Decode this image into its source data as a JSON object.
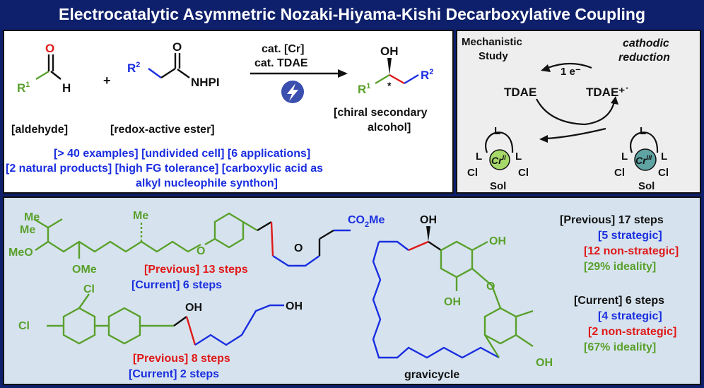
{
  "title": "Electrocatalytic Asymmetric Nozaki-Hiyama-Kishi Decarboxylative Coupling",
  "reaction": {
    "aldehyde_label": "[aldehyde]",
    "ester_label": "[redox-active ester]",
    "product_label_1": "[chiral secondary",
    "product_label_2": "alcohol]",
    "reagent_1": "cat. [Cr]",
    "reagent_2": "cat. TDAE",
    "plus": "+",
    "atom_O": "O",
    "atom_H": "H",
    "atom_R1": "R",
    "sup_1": "1",
    "atom_R2": "R",
    "sup_2": "2",
    "atom_NHPI": "NHPI",
    "atom_OH": "OH",
    "star": "*"
  },
  "features": {
    "line1": "[> 40 examples]  [undivided cell]  [6 applications]",
    "line2": "[2 natural products]  [high FG tolerance]    [carboxylic acid as",
    "line3": "alkyl nucleophile synthon]"
  },
  "mechanism": {
    "title_1": "Mechanistic",
    "title_2": "Study",
    "cathodic_1": "cathodic",
    "cathodic_2": "reduction",
    "electron": "1 e⁻",
    "tdae": "TDAE",
    "tdae_plus": "TDAE⁺˙",
    "L": "L",
    "Cl": "Cl",
    "Sol": "Sol",
    "cr2": "Cr",
    "cr2_sup": "II",
    "cr3": "Cr",
    "cr3_sup": "III"
  },
  "examples": {
    "me": "Me",
    "meo": "MeO",
    "ome": "OMe",
    "o": "O",
    "co2me": "CO",
    "co2me_sub": "2",
    "co2me_tail": "Me",
    "cl": "Cl",
    "oh": "OH",
    "ex1_previous": "[Previous] 13 steps",
    "ex1_current": "[Current] 6 steps",
    "ex2_previous": "[Previous] 8 steps",
    "ex2_current": "[Current] 2 steps",
    "gravicycle": "gravicycle"
  },
  "gravicycle_stats": {
    "prev_title": "[Previous] 17 steps",
    "prev_strategic": "[5 strategic]",
    "prev_nonstrategic": "[12 non-strategic]",
    "prev_ideality": "[29% ideality]",
    "cur_title": "[Current] 6 steps",
    "cur_strategic": "[4 strategic]",
    "cur_nonstrategic": "[2 non-strategic]",
    "cur_ideality": "[67% ideality]"
  },
  "colors": {
    "frame": "#0e1f6b",
    "blue": "#1a2ee0",
    "red": "#e01818",
    "green": "#5aa02c",
    "bottom_panel": "#d6e3ee",
    "mech_panel": "#eeeeee",
    "cr2_fill": "#a6d86a",
    "cr3_fill": "#5fa3a3"
  },
  "icons": {
    "electrode": "lightning-bolt-icon"
  }
}
